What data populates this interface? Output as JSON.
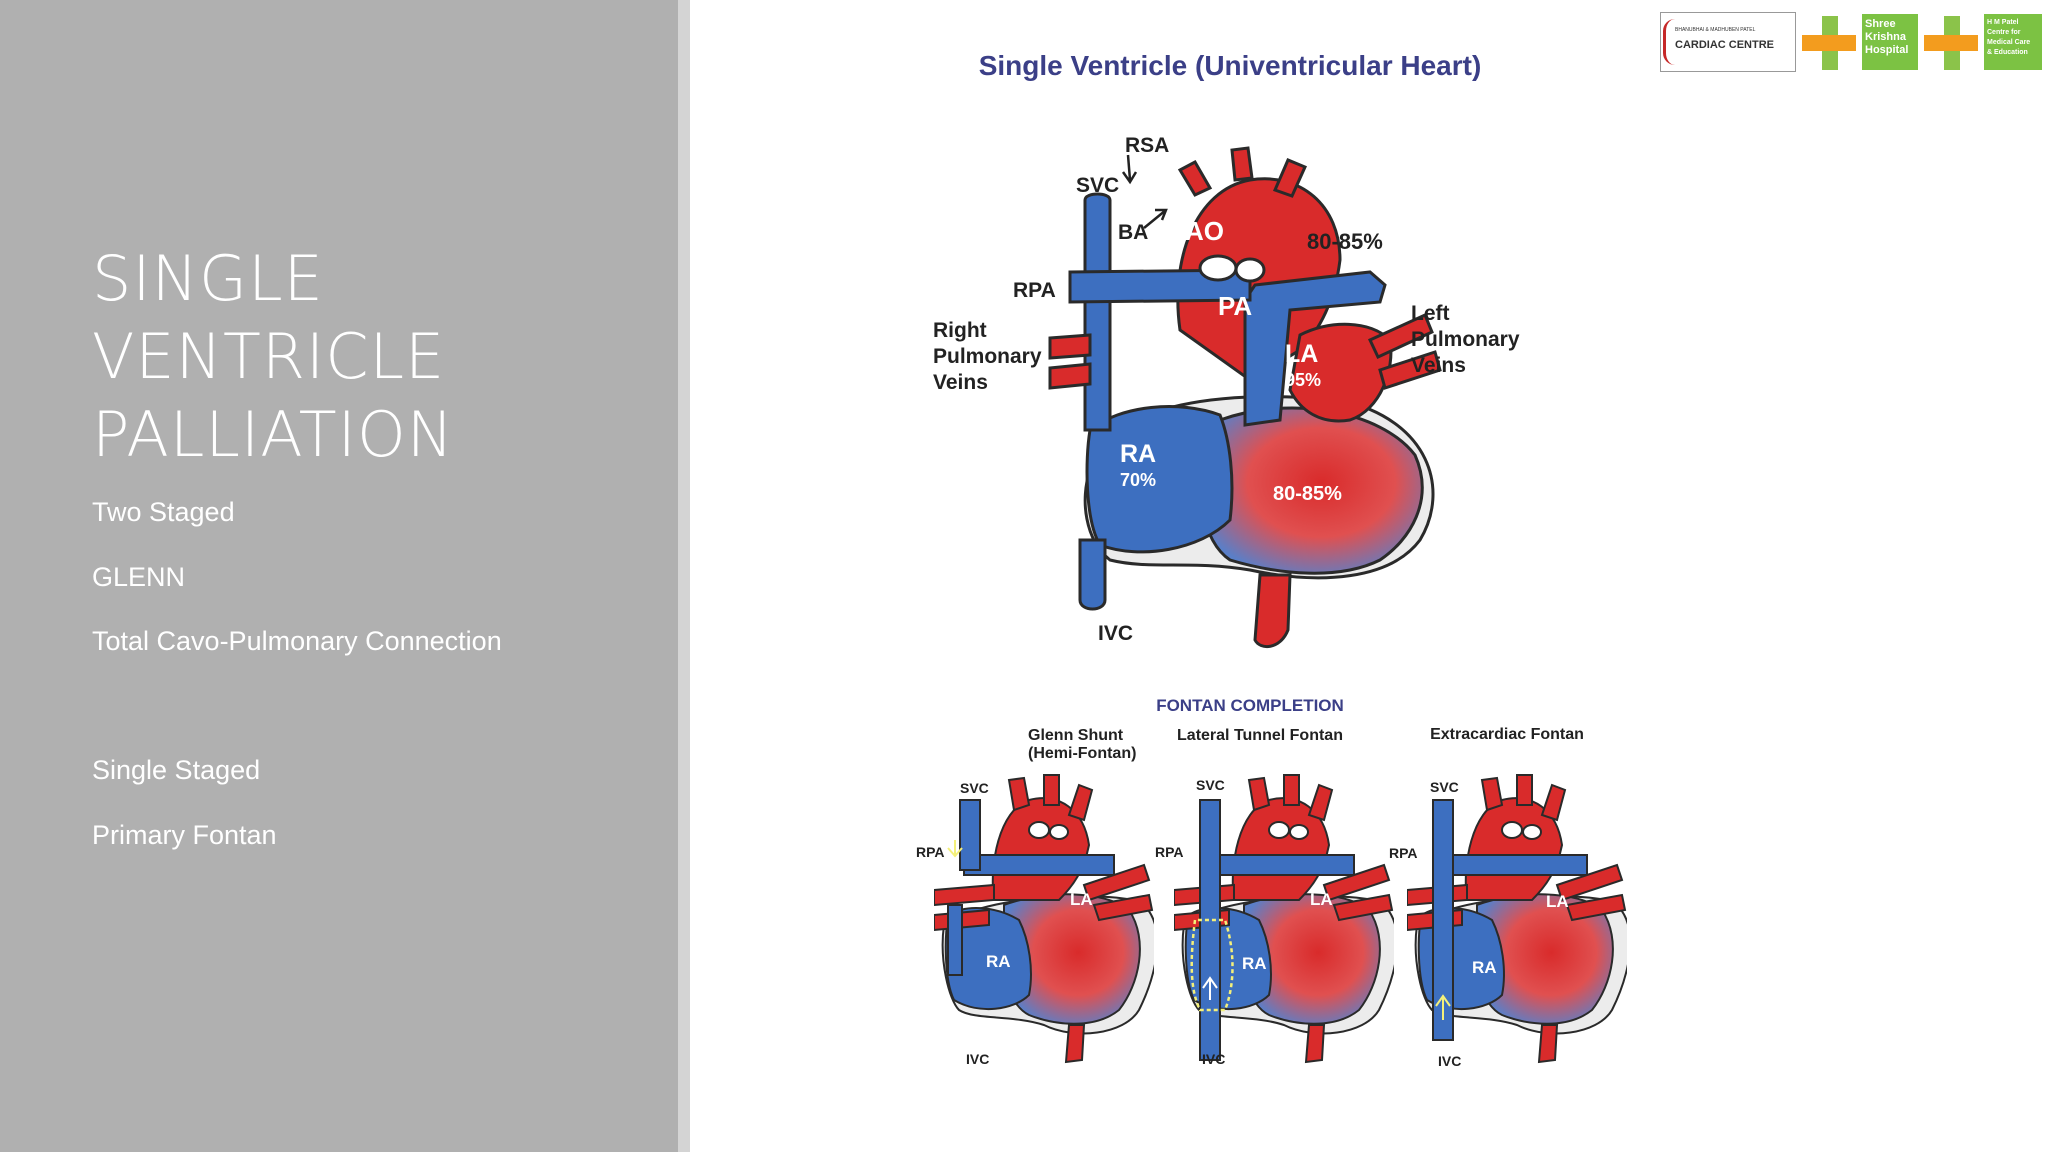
{
  "slide": {
    "title_lines": [
      "SINGLE",
      "VENTRICLE",
      "PALLIATION"
    ],
    "items": [
      "Two Staged",
      "GLENN",
      "Total Cavo-Pulmonary Connection",
      "Single Staged",
      "Primary Fontan"
    ]
  },
  "figure": {
    "title": "Single Ventricle (Univentricular Heart)",
    "main_labels": {
      "rsa": "RSA",
      "svc": "SVC",
      "ba": "BA",
      "ao": "AO",
      "ao_sat": "80-85%",
      "rpa": "RPA",
      "pa": "PA",
      "right_pv": [
        "Right",
        "Pulmonary",
        "Veins"
      ],
      "left_pv": [
        "Left",
        "Pulmonary",
        "Veins"
      ],
      "la": "LA",
      "la_sat": "95%",
      "ra": "RA",
      "ra_sat": "70%",
      "v_sat": "80-85%",
      "ivc": "IVC"
    },
    "fontan_heading": "FONTAN COMPLETION",
    "panels": [
      {
        "title_lines": [
          "Glenn Shunt",
          "(Hemi-Fontan)"
        ],
        "svc": "SVC",
        "rpa": "RPA",
        "la": "LA",
        "ra": "RA",
        "ivc": "IVC"
      },
      {
        "title_lines": [
          "Lateral Tunnel Fontan"
        ],
        "svc": "SVC",
        "rpa": "RPA",
        "la": "LA",
        "ra": "RA",
        "ivc": "IVC"
      },
      {
        "title_lines": [
          "Extracardiac Fontan"
        ],
        "svc": "SVC",
        "rpa": "RPA",
        "la": "LA",
        "ra": "RA",
        "ivc": "IVC"
      }
    ],
    "colors": {
      "oxygenated": "#d92b2b",
      "deoxygenated": "#3d6fc0",
      "outline": "#2a2a2a"
    }
  },
  "logo": {
    "cardiac_small": "BHANUBHAI & MADHUBEN PATEL",
    "cardiac_big": "CARDIAC CENTRE",
    "hospital": [
      "Shree",
      "Krishna",
      "Hospital"
    ],
    "centre": [
      "H M Patel",
      "Centre for",
      "Medical Care",
      "& Education"
    ]
  }
}
